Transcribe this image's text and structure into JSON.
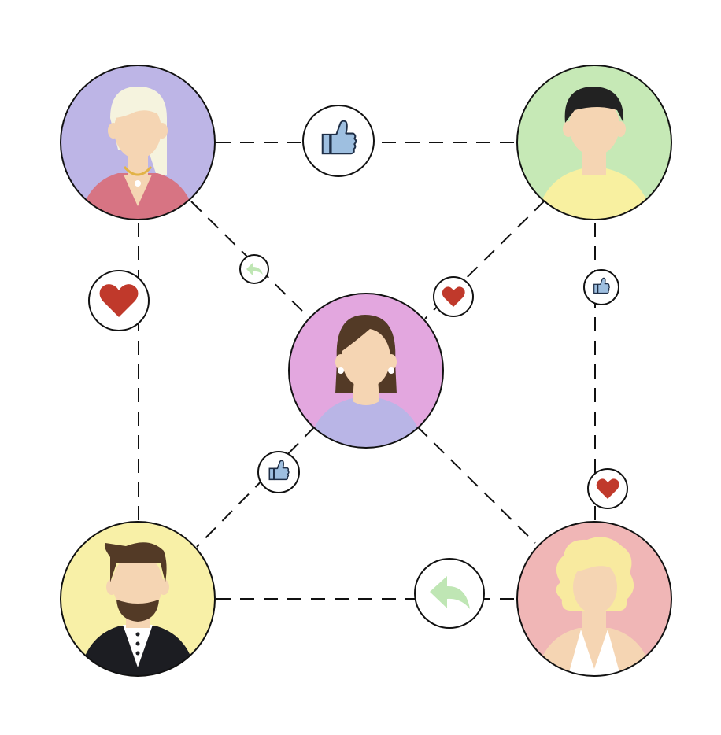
{
  "colors": {
    "connector": "#111111",
    "like": "#9ebfe0",
    "like_outline": "#1f2f47",
    "heart": "#c0392b",
    "reply": "#bfe6b4",
    "skin": "#f5d5b3"
  },
  "people": [
    {
      "id": "woman-white-hair",
      "icon": "avatar-woman-white-hair",
      "background": "#bdb5e6",
      "clothing": "#d77483",
      "hair": "#f5f3de"
    },
    {
      "id": "man-short-hair",
      "icon": "avatar-man-short-hair",
      "background": "#c6e9b6",
      "clothing": "#f8f0a0",
      "hair": "#222222"
    },
    {
      "id": "woman-brown-hair",
      "icon": "avatar-woman-brown-hair",
      "background": "#e3a7df",
      "clothing": "#b9b5e6",
      "hair": "#533a26"
    },
    {
      "id": "man-beard",
      "icon": "avatar-man-beard",
      "background": "#f8f0a7",
      "clothing": "#1c1d22",
      "hair": "#533a26"
    },
    {
      "id": "woman-blonde",
      "icon": "avatar-woman-blonde",
      "background": "#f0b6b6",
      "clothing": "#f5d5b3",
      "hair": "#f8ea9f"
    }
  ],
  "connections": [
    {
      "from": "woman-white-hair",
      "to": "man-short-hair",
      "reaction": "like"
    },
    {
      "from": "woman-white-hair",
      "to": "man-beard",
      "reaction": "heart"
    },
    {
      "from": "man-short-hair",
      "to": "woman-blonde",
      "reaction": "like"
    },
    {
      "from": "man-short-hair",
      "to": "woman-blonde",
      "reaction": "heart"
    },
    {
      "from": "man-beard",
      "to": "woman-blonde",
      "reaction": "reply"
    },
    {
      "from": "woman-white-hair",
      "to": "woman-brown-hair",
      "reaction": "reply"
    },
    {
      "from": "man-short-hair",
      "to": "woman-brown-hair",
      "reaction": "heart"
    },
    {
      "from": "man-beard",
      "to": "woman-brown-hair",
      "reaction": "like"
    },
    {
      "from": "woman-blonde",
      "to": "woman-brown-hair",
      "reaction": "none"
    }
  ]
}
